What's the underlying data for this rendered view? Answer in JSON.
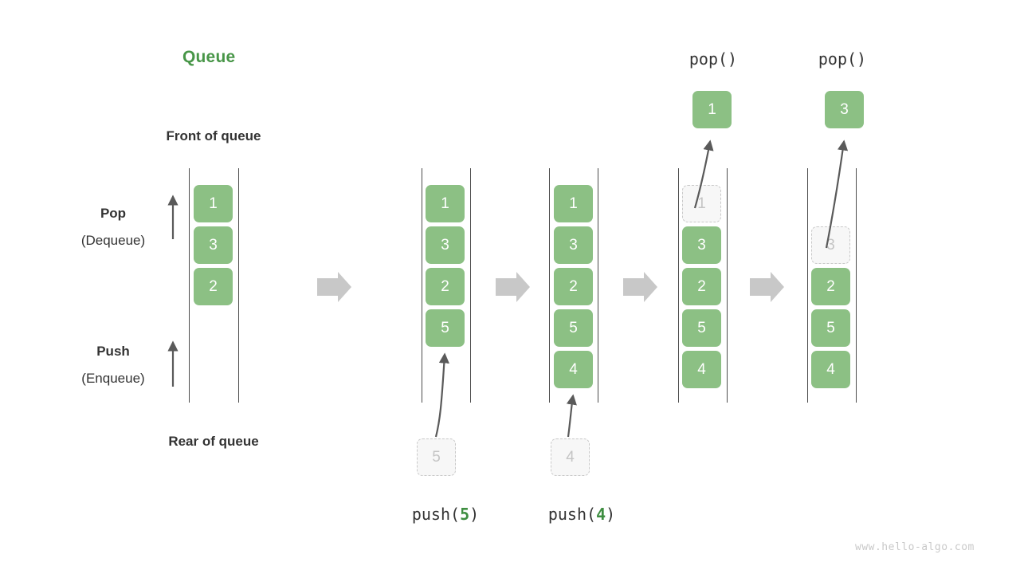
{
  "diagram": {
    "title": "Queue",
    "title_color": "#489648",
    "cell_color": "#8cc084",
    "ghost_color": "#f7f7f7",
    "arrow_color": "#c8c8c8",
    "labels": {
      "front_of_queue": "Front of queue",
      "rear_of_queue": "Rear of queue",
      "pop": "Pop",
      "pop_sub": "(Dequeue)",
      "push": "Push",
      "push_sub": "(Enqueue)"
    },
    "watermark": "www.hello-algo.com",
    "operations": {
      "push_prefix": "push(",
      "push_suffix": ")",
      "pop_label": "pop()",
      "push5_value": "5",
      "push4_value": "4"
    },
    "panels": [
      {
        "name": "initial",
        "cells": [
          "1",
          "3",
          "2"
        ],
        "ghost_index": -1,
        "caption": "",
        "incoming": null,
        "popped": null
      },
      {
        "name": "after-push-5",
        "cells": [
          "1",
          "3",
          "2",
          "5"
        ],
        "ghost_index": -1,
        "caption": "push(5)",
        "incoming": "5",
        "popped": null
      },
      {
        "name": "after-push-4",
        "cells": [
          "1",
          "3",
          "2",
          "5",
          "4"
        ],
        "ghost_index": -1,
        "caption": "push(4)",
        "incoming": "4",
        "popped": null
      },
      {
        "name": "pop-1",
        "cells": [
          "1",
          "3",
          "2",
          "5",
          "4"
        ],
        "ghost_index": 0,
        "caption": "pop()",
        "incoming": null,
        "popped": "1"
      },
      {
        "name": "pop-3",
        "cells": [
          "3",
          "2",
          "5",
          "4"
        ],
        "ghost_index": 0,
        "caption": "pop()",
        "incoming": null,
        "popped": "3"
      }
    ],
    "transition_arrows": 4
  }
}
